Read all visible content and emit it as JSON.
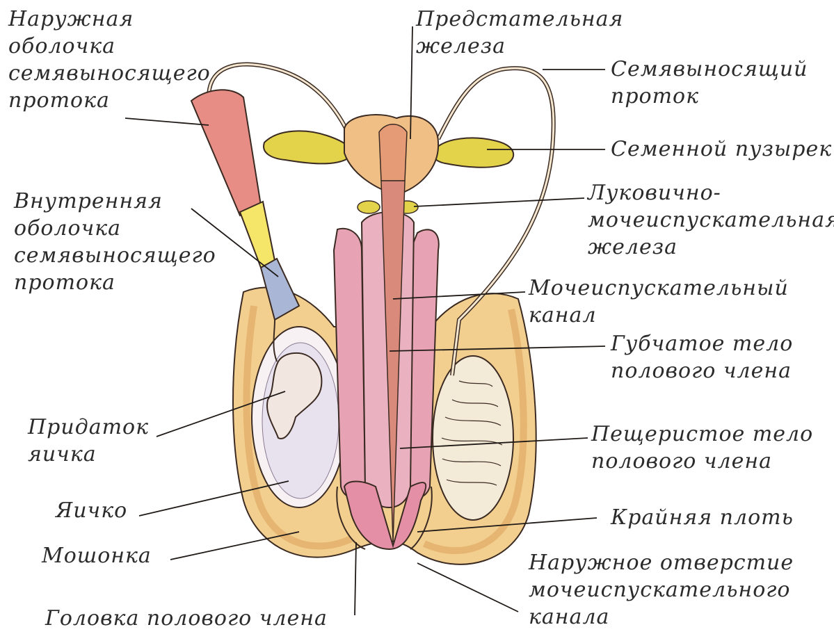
{
  "labels": {
    "outer_sheath": [
      "Наружная",
      "оболочка",
      "семявыносящего",
      "протока"
    ],
    "inner_sheath": [
      "Внутренняя",
      "оболочка",
      "семявыносящего",
      "протока"
    ],
    "epididymis": [
      "Придаток",
      "яичка"
    ],
    "testis": [
      "Яичко"
    ],
    "scrotum": [
      "Мошонка"
    ],
    "glans": [
      "Головка полового члена"
    ],
    "prostate": [
      "Предстательная",
      "железа"
    ],
    "vas_deferens": [
      "Семявыносящий",
      "проток"
    ],
    "seminal_vesicle": [
      "Семенной пузырек"
    ],
    "bulbourethral_gland": [
      "Луковично-",
      "мочеиспускательная",
      "железа"
    ],
    "urethra": [
      "Мочеиспускательный",
      "канал"
    ],
    "spongy_body": [
      "Губчатое тело",
      "полового члена"
    ],
    "cavernous_body": [
      "Пещеристое тело",
      "полового члена"
    ],
    "foreskin": [
      "Крайняя плоть"
    ],
    "urethral_opening": [
      "Наружное отверстие",
      "мочеиспускательного",
      "канала"
    ]
  },
  "colors": {
    "skin": "#f3cf8f",
    "skin_dark": "#d9a05a",
    "penis_pink": "#e7a3b3",
    "urethra": "#d98a7a",
    "outer_sheath": "#e88c86",
    "inner_sheath_yellow": "#f5e66a",
    "inner_sheath_blue": "#a9b6d6",
    "seminal_vesicle": "#e3d34a",
    "line": "#3a2a22"
  }
}
